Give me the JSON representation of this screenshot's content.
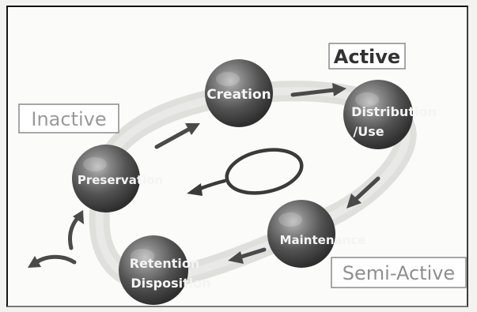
{
  "phases": {
    "active": "Active",
    "inactive": "Inactive",
    "semi_active": "Semi-Active"
  },
  "stages": {
    "creation": "Creation",
    "distribution": [
      "Distribution",
      "/Use"
    ],
    "maintenance": "Maintenance",
    "retention": [
      "Retention",
      "Disposition"
    ],
    "preservation": "Preservation"
  }
}
